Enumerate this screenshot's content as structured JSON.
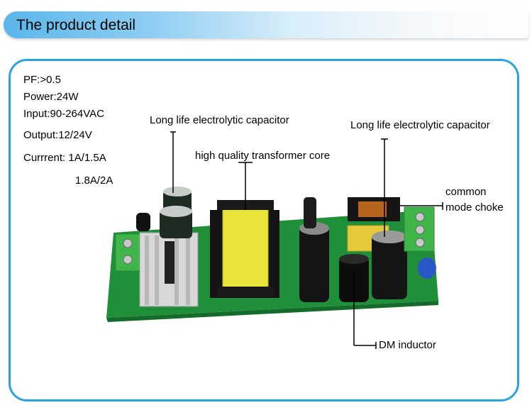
{
  "header": {
    "title": "The product detail"
  },
  "specs": {
    "pf": "PF:>0.5",
    "power": "Power:24W",
    "input": "Input:90-264VAC",
    "output": "Output:12/24V",
    "current": "Currrent: 1A/1.5A",
    "current_cont": "1.8A/2A"
  },
  "annotations": {
    "cap_left": "Long life electrolytic capacitor",
    "transformer": "high quality transformer core",
    "cap_right": "Long life electrolytic capacitor",
    "choke_line1": "common",
    "choke_line2": "mode choke",
    "dm_inductor": "DM inductor"
  },
  "colors": {
    "accent": "#29a2e4",
    "pcb": "#1f8f3a",
    "terminal": "#3fb54a"
  }
}
